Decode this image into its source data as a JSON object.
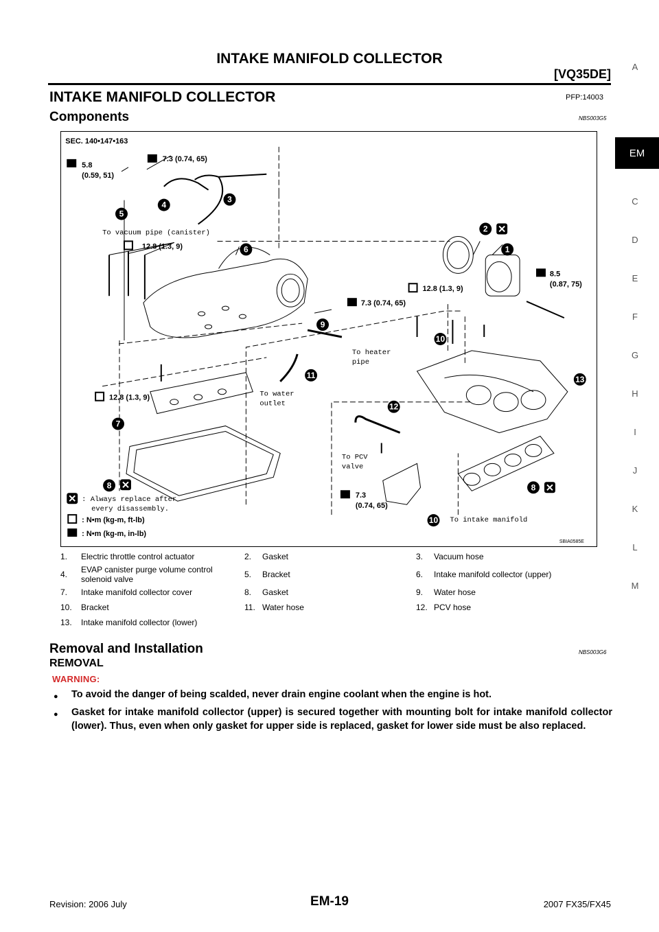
{
  "header": {
    "title": "INTAKE MANIFOLD COLLECTOR",
    "subtitle": "[VQ35DE]"
  },
  "section": {
    "title": "INTAKE MANIFOLD COLLECTOR",
    "pfp": "PFP:14003"
  },
  "components": {
    "heading": "Components",
    "code": "NBS003G5"
  },
  "diagram": {
    "sec": "SEC. 140•147•163",
    "torques": {
      "t1": "5.8",
      "t1b": "(0.59, 51)",
      "t2": "7.3 (0.74, 65)",
      "t3": "12.8 (1.3, 9)",
      "t4": "12.8 (1.3, 9)",
      "t5": "8.5",
      "t5b": "(0.87, 75)",
      "t6": "7.3 (0.74, 65)",
      "t7": "12.8 (1.3, 9)",
      "t8": "7.3",
      "t8b": "(0.74, 65)"
    },
    "notes": {
      "vacuum": "To vacuum pipe (canister)",
      "heater1": "To heater",
      "heater2": "pipe",
      "water1": "To water",
      "water2": "outlet",
      "pcv1": "To PCV",
      "pcv2": "valve",
      "intake": "To intake manifold"
    },
    "legend_replace1": ": Always replace after",
    "legend_replace2": "every disassembly.",
    "legend_ftlb": ": N•m (kg-m, ft-lb)",
    "legend_inlb": ": N•m (kg-m, in-lb)",
    "code": "SBIA0585E",
    "callouts": [
      "1",
      "2",
      "3",
      "4",
      "5",
      "6",
      "7",
      "8",
      "9",
      "10",
      "11",
      "12",
      "13",
      "8",
      "10"
    ]
  },
  "legend": [
    [
      {
        "n": "1.",
        "t": "Electric throttle control actuator"
      },
      {
        "n": "2.",
        "t": "Gasket"
      },
      {
        "n": "3.",
        "t": "Vacuum hose"
      }
    ],
    [
      {
        "n": "4.",
        "t": "EVAP canister purge volume control solenoid valve"
      },
      {
        "n": "5.",
        "t": "Bracket"
      },
      {
        "n": "6.",
        "t": "Intake manifold collector (upper)"
      }
    ],
    [
      {
        "n": "7.",
        "t": "Intake manifold collector cover"
      },
      {
        "n": "8.",
        "t": "Gasket"
      },
      {
        "n": "9.",
        "t": "Water hose"
      }
    ],
    [
      {
        "n": "10.",
        "t": "Bracket"
      },
      {
        "n": "11.",
        "t": "Water hose"
      },
      {
        "n": "12.",
        "t": "PCV hose"
      }
    ],
    [
      {
        "n": "13.",
        "t": "Intake manifold collector (lower)"
      }
    ]
  ],
  "removal_installation": {
    "heading": "Removal and Installation",
    "code": "NBS003G6"
  },
  "removal": {
    "heading": "REMOVAL",
    "warning": "WARNING:",
    "bullets": [
      "To avoid the danger of being scalded, never drain engine coolant when the engine is hot.",
      "Gasket for intake manifold collector (upper) is secured together with mounting bolt for intake manifold collector (lower). Thus, even when only gasket for upper side is replaced, gasket for lower side must be also replaced."
    ]
  },
  "tabs": [
    "A",
    "C",
    "D",
    "E",
    "F",
    "G",
    "H",
    "I",
    "J",
    "K",
    "L",
    "M"
  ],
  "active_tab": "EM",
  "footer": {
    "left": "Revision: 2006 July",
    "center": "EM-19",
    "right": "2007 FX35/FX45"
  }
}
